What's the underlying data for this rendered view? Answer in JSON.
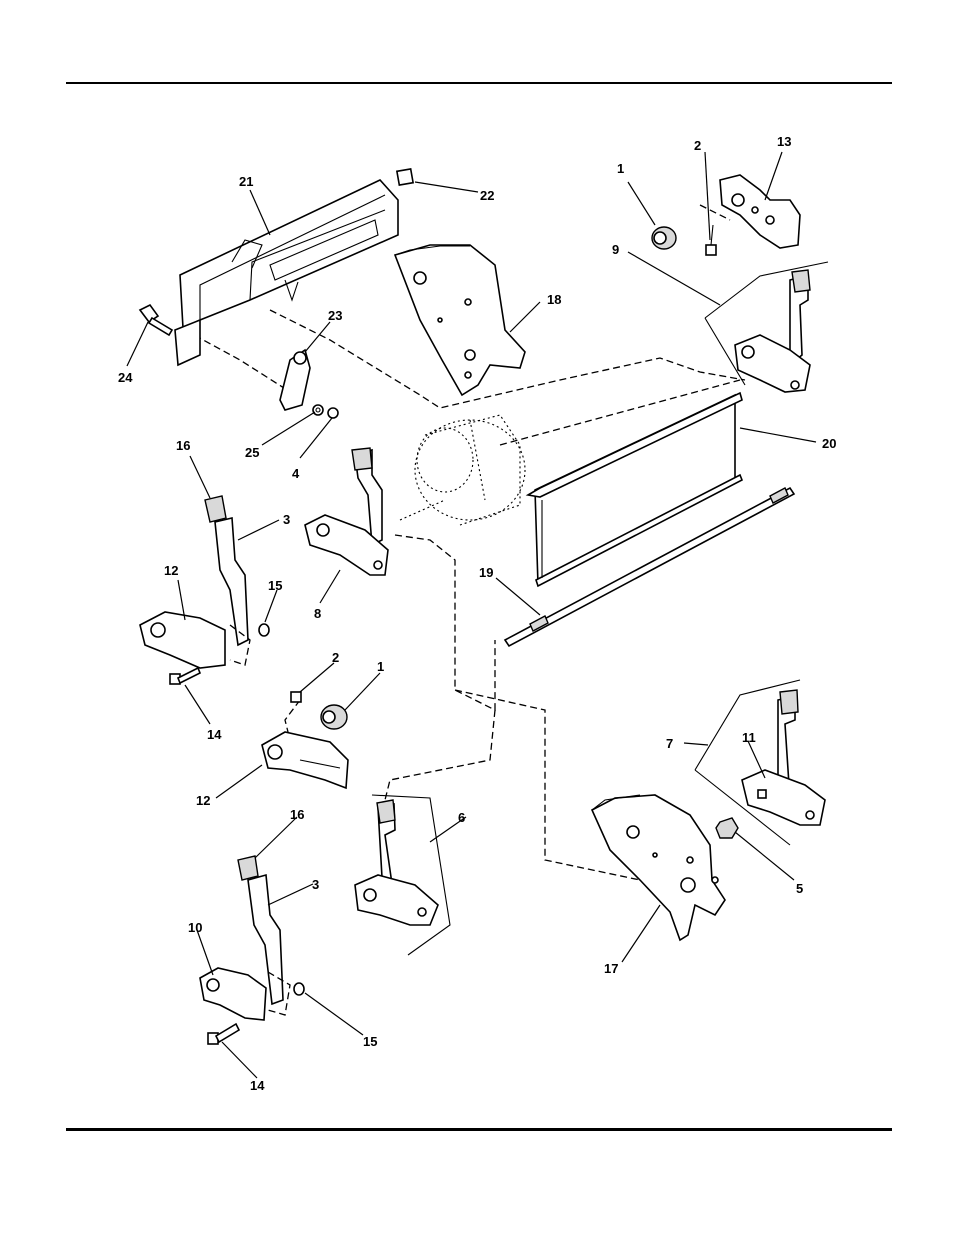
{
  "header": {
    "rule_color": "#000000"
  },
  "diagram": {
    "callouts": {
      "c1a": "1",
      "c2a": "2",
      "c13": "13",
      "c9": "9",
      "c21": "21",
      "c22": "22",
      "c18": "18",
      "c23": "23",
      "c24": "24",
      "c25": "25",
      "c4": "4",
      "c20": "20",
      "c16a": "16",
      "c3a": "3",
      "c12a": "12",
      "c15a": "15",
      "c14a": "14",
      "c8": "8",
      "c19": "19",
      "c2b": "2",
      "c1b": "1",
      "c12b": "12",
      "c7": "7",
      "c11": "11",
      "c5": "5",
      "c6": "6",
      "c16b": "16",
      "c3b": "3",
      "c10": "10",
      "c15b": "15",
      "c14b": "14",
      "c17": "17"
    }
  },
  "footer": {
    "rule_color": "#000000"
  }
}
